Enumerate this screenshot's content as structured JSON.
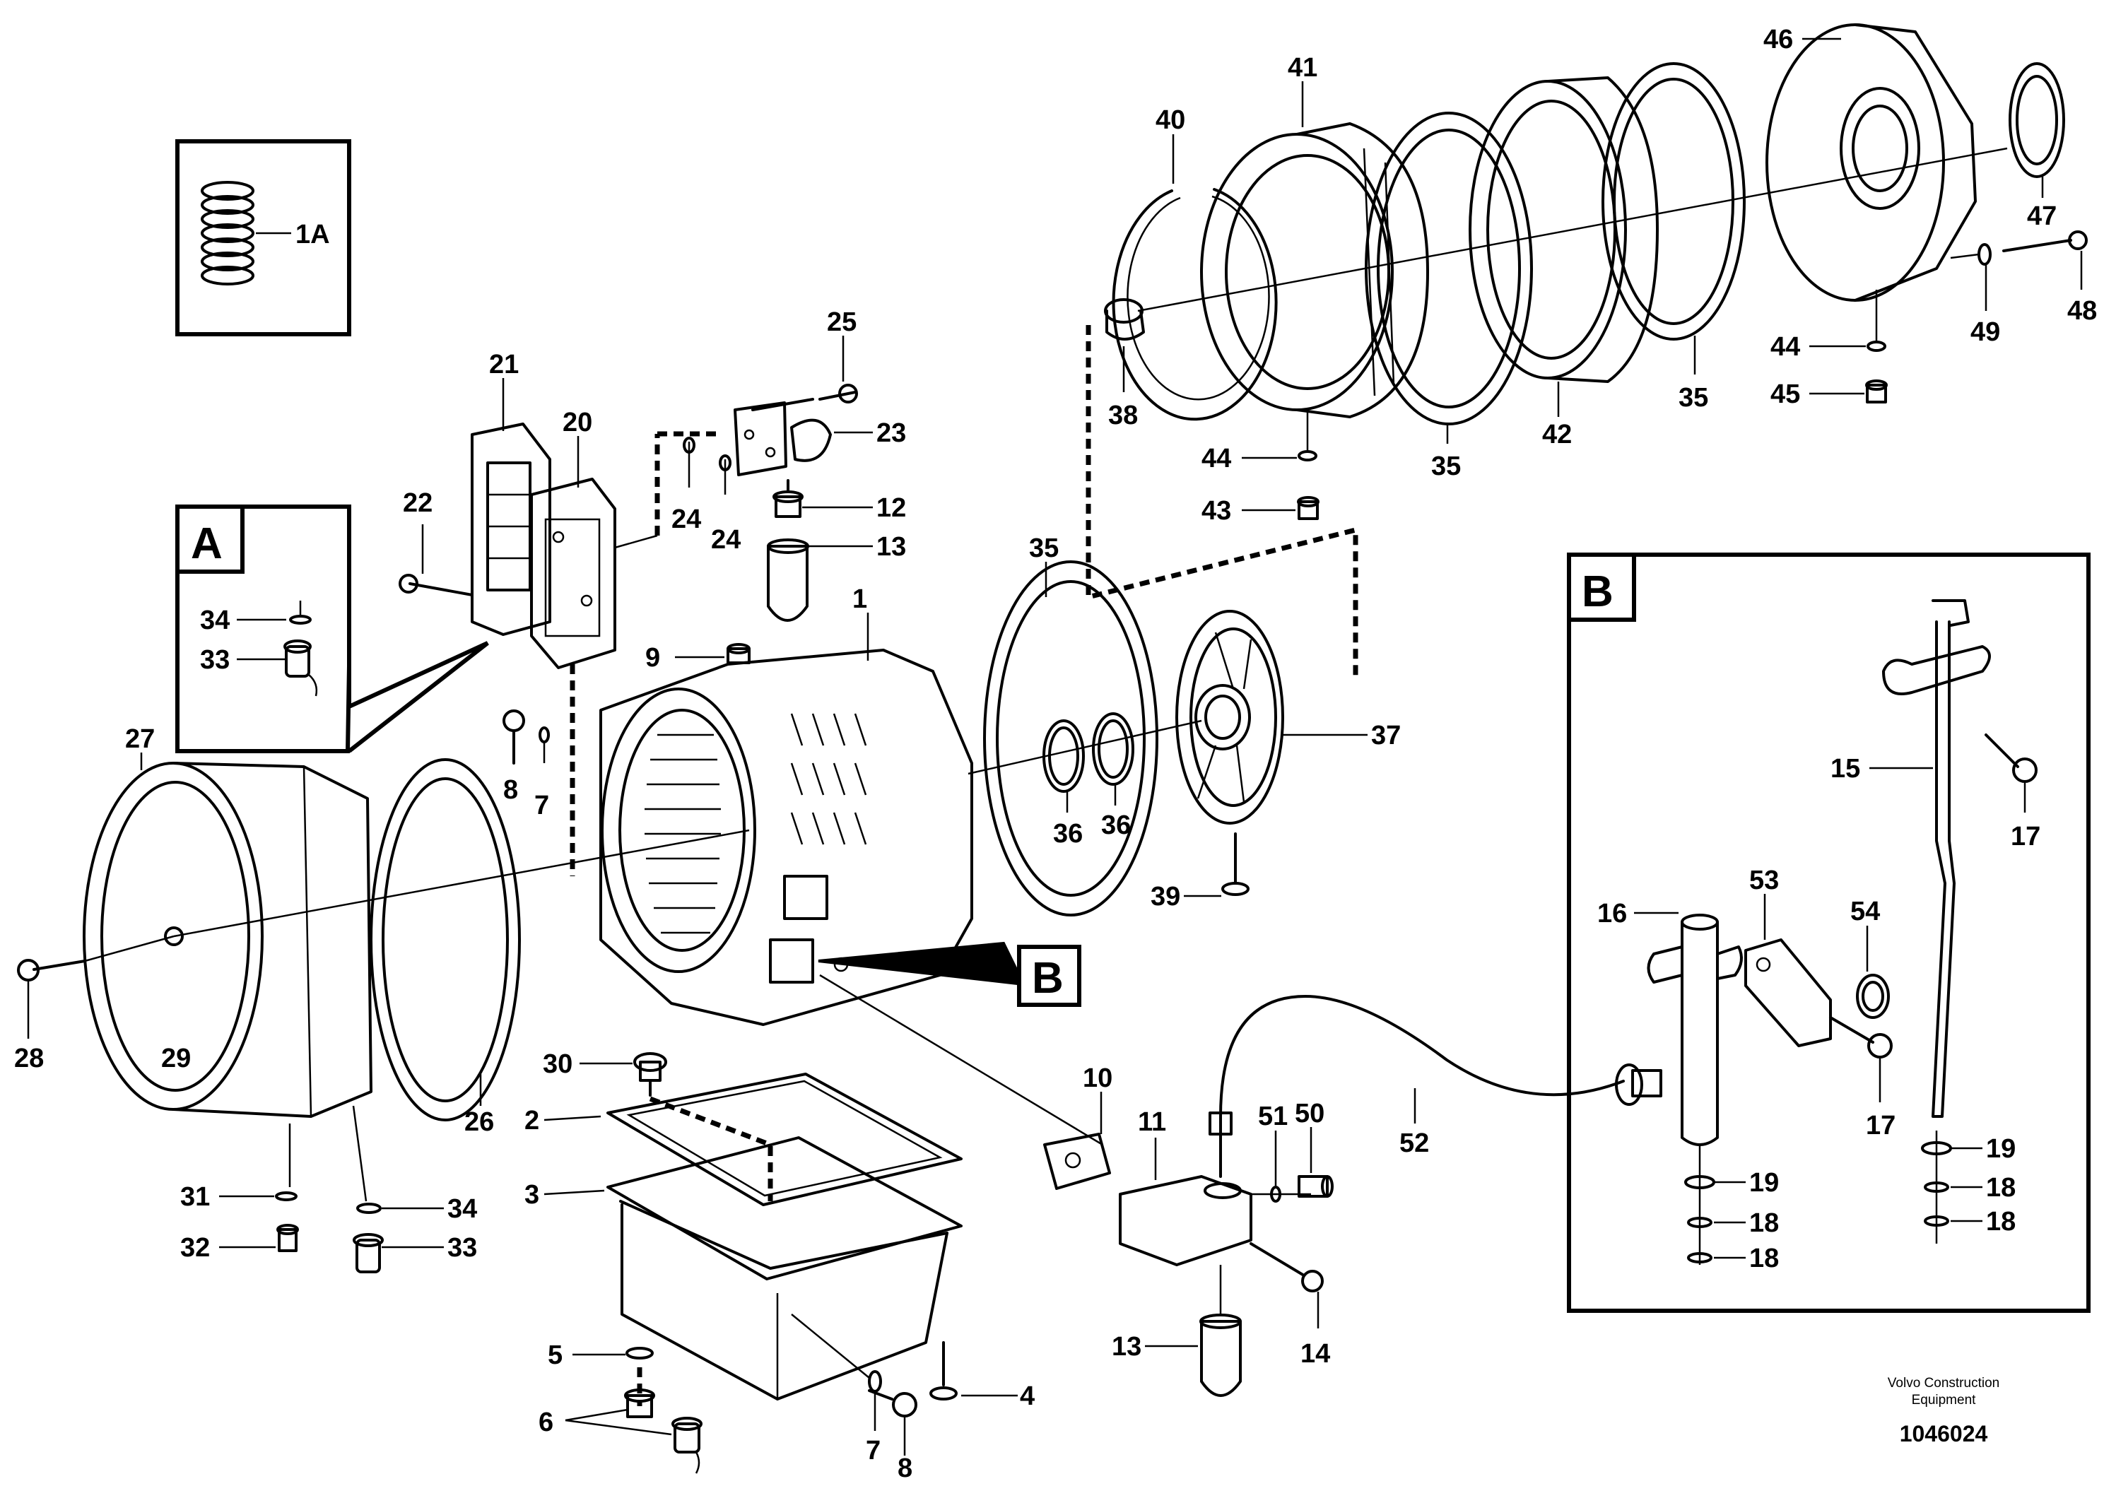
{
  "diagram": {
    "title": "",
    "credit_line1": "Volvo Construction",
    "credit_line2": "Equipment",
    "drawing_number": "1046024",
    "detail_boxes": [
      {
        "id": "A",
        "label": "A"
      },
      {
        "id": "B",
        "label": "B"
      }
    ],
    "callouts": {
      "c1A": "1A",
      "c1": "1",
      "c2": "2",
      "c3": "3",
      "c4": "4",
      "c5": "5",
      "c6": "6",
      "c7a": "7",
      "c7b": "7",
      "c8a": "8",
      "c8b": "8",
      "c9": "9",
      "c10": "10",
      "c11": "11",
      "c12": "12",
      "c13a": "13",
      "c13b": "13",
      "c14": "14",
      "c15": "15",
      "c16": "16",
      "c17a": "17",
      "c17b": "17",
      "c18a": "18",
      "c18b": "18",
      "c18c": "18",
      "c18d": "18",
      "c19a": "19",
      "c19b": "19",
      "c20": "20",
      "c21": "21",
      "c22": "22",
      "c23": "23",
      "c24a": "24",
      "c24b": "24",
      "c25": "25",
      "c26": "26",
      "c27": "27",
      "c28": "28",
      "c29": "29",
      "c30": "30",
      "c31": "31",
      "c32": "32",
      "c33a": "33",
      "c33b": "33",
      "c34a": "34",
      "c34b": "34",
      "c35a": "35",
      "c35b": "35",
      "c35c": "35",
      "c36a": "36",
      "c36b": "36",
      "c37": "37",
      "c38": "38",
      "c39": "39",
      "c40": "40",
      "c41": "41",
      "c42": "42",
      "c43": "43",
      "c44a": "44",
      "c44b": "44",
      "c45": "45",
      "c46": "46",
      "c47": "47",
      "c48": "48",
      "c49": "49",
      "c50": "50",
      "c51": "51",
      "c52": "52",
      "c53": "53",
      "c54": "54",
      "cB": "B"
    }
  }
}
